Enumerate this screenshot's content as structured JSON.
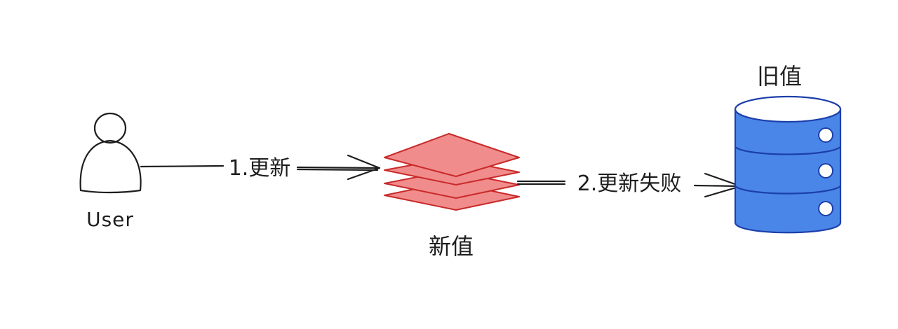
{
  "nodes": {
    "user": {
      "label": "User"
    },
    "cache": {
      "label": "新值",
      "color": "#f08c8c",
      "stroke": "#c92a2a"
    },
    "database": {
      "label": "旧值",
      "color": "#4a86e8",
      "stroke": "#1c3faa"
    }
  },
  "edges": [
    {
      "label": "1.更新"
    },
    {
      "label": "2.更新失败"
    }
  ]
}
